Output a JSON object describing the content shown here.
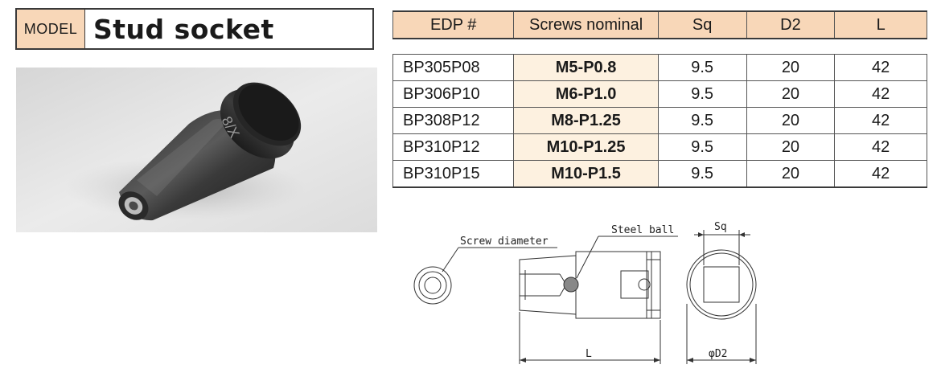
{
  "title": {
    "model_label": "MODEL",
    "product_name": "Stud socket"
  },
  "photo": {
    "engraving": "8/X"
  },
  "table": {
    "headers": [
      "EDP #",
      "Screws nominal",
      "Sq",
      "D2",
      "L"
    ],
    "rows": [
      {
        "edp": "BP305P08",
        "screw": "M5-P0.8",
        "sq": "9.5",
        "d2": "20",
        "l": "42"
      },
      {
        "edp": "BP306P10",
        "screw": "M6-P1.0",
        "sq": "9.5",
        "d2": "20",
        "l": "42"
      },
      {
        "edp": "BP308P12",
        "screw": "M8-P1.25",
        "sq": "9.5",
        "d2": "20",
        "l": "42"
      },
      {
        "edp": "BP310P12",
        "screw": "M10-P1.25",
        "sq": "9.5",
        "d2": "20",
        "l": "42"
      },
      {
        "edp": "BP310P15",
        "screw": "M10-P1.5",
        "sq": "9.5",
        "d2": "20",
        "l": "42"
      }
    ]
  },
  "drawing": {
    "screw_diameter_label": "Screw diameter",
    "steel_ball_label": "Steel ball",
    "sq_label": "Sq",
    "l_label": "L",
    "d2_label": "φD2"
  },
  "colors": {
    "header_bg": "#f8d7b8",
    "screw_cell_bg": "#fdf1e0"
  }
}
